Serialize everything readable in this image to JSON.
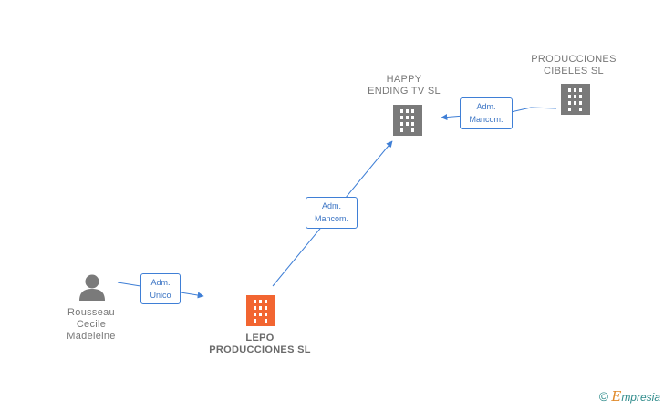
{
  "nodes": {
    "person": {
      "lines": [
        "Rousseau",
        "Cecile",
        "Madeleine"
      ],
      "icon": "person-icon"
    },
    "lepo": {
      "lines": [
        "LEPO",
        "PRODUCCIONES SL"
      ],
      "icon": "building-icon",
      "color": "#f26531"
    },
    "happy": {
      "lines": [
        "HAPPY",
        "ENDING TV SL"
      ],
      "icon": "building-icon",
      "color": "#7a7a7a"
    },
    "cibeles": {
      "lines": [
        "PRODUCCIONES",
        "CIBELES  SL"
      ],
      "icon": "building-icon",
      "color": "#7a7a7a"
    }
  },
  "relations": {
    "person_to_lepo": {
      "lines": [
        "Adm.",
        "Unico"
      ]
    },
    "lepo_to_happy": {
      "lines": [
        "Adm.",
        "Mancom."
      ]
    },
    "cibeles_to_happy": {
      "lines": [
        "Adm.",
        "Mancom."
      ]
    }
  },
  "colors": {
    "edge": "#3f7fd6",
    "person_icon": "#7a7a7a"
  },
  "footer": {
    "copyright": "©",
    "brand_initial": "E",
    "brand_rest": "mpresia"
  }
}
